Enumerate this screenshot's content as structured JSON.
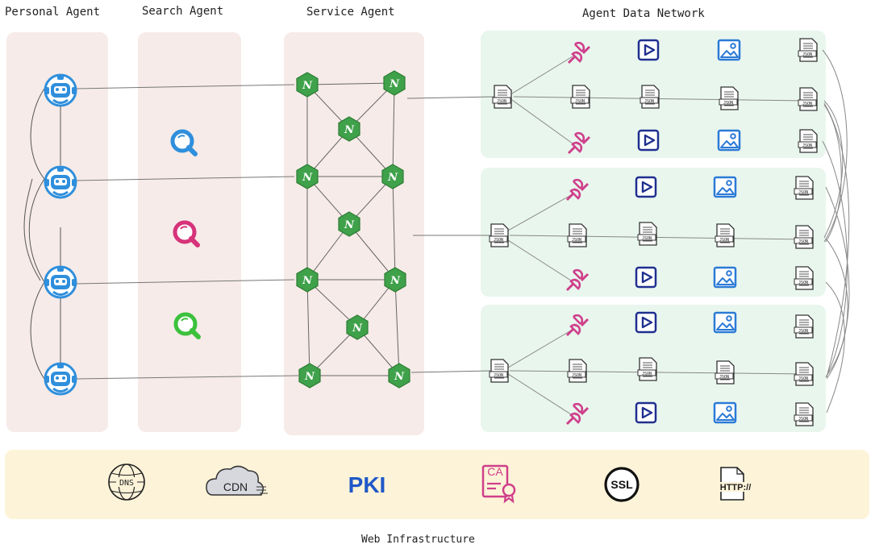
{
  "columns": {
    "personal_agent": "Personal Agent",
    "search_agent": "Search Agent",
    "service_agent": "Service Agent",
    "agent_data_network": "Agent Data Network"
  },
  "infrastructure": {
    "title": "Web Infrastructure",
    "items": {
      "dns": "DNS",
      "cdn": "CDN",
      "pki": "PKI",
      "ca": "CA",
      "ssl": "SSL",
      "http": "HTTP://"
    }
  },
  "node_letter": "N",
  "json_label": "JSON",
  "colors": {
    "robot": "#2f8fdc",
    "search_blue": "#2f8fdc",
    "search_pink": "#d6337a",
    "search_green": "#3cc13c",
    "service_node": "#3fa14a",
    "plug": "#cf3f8a",
    "play": "#1f2f8f",
    "image": "#2b7ad6",
    "pki": "#1f58c8",
    "ca": "#cf3f8a"
  },
  "icons": {
    "personal": "robot-icon",
    "search": "search-icon",
    "service": "service-node-icon",
    "data": [
      "json-file-icon",
      "plug-icon",
      "play-icon",
      "image-icon"
    ],
    "infra": [
      "globe-icon",
      "cloud-icon",
      "pki-text",
      "certificate-icon",
      "ssl-icon",
      "http-file-icon"
    ]
  }
}
